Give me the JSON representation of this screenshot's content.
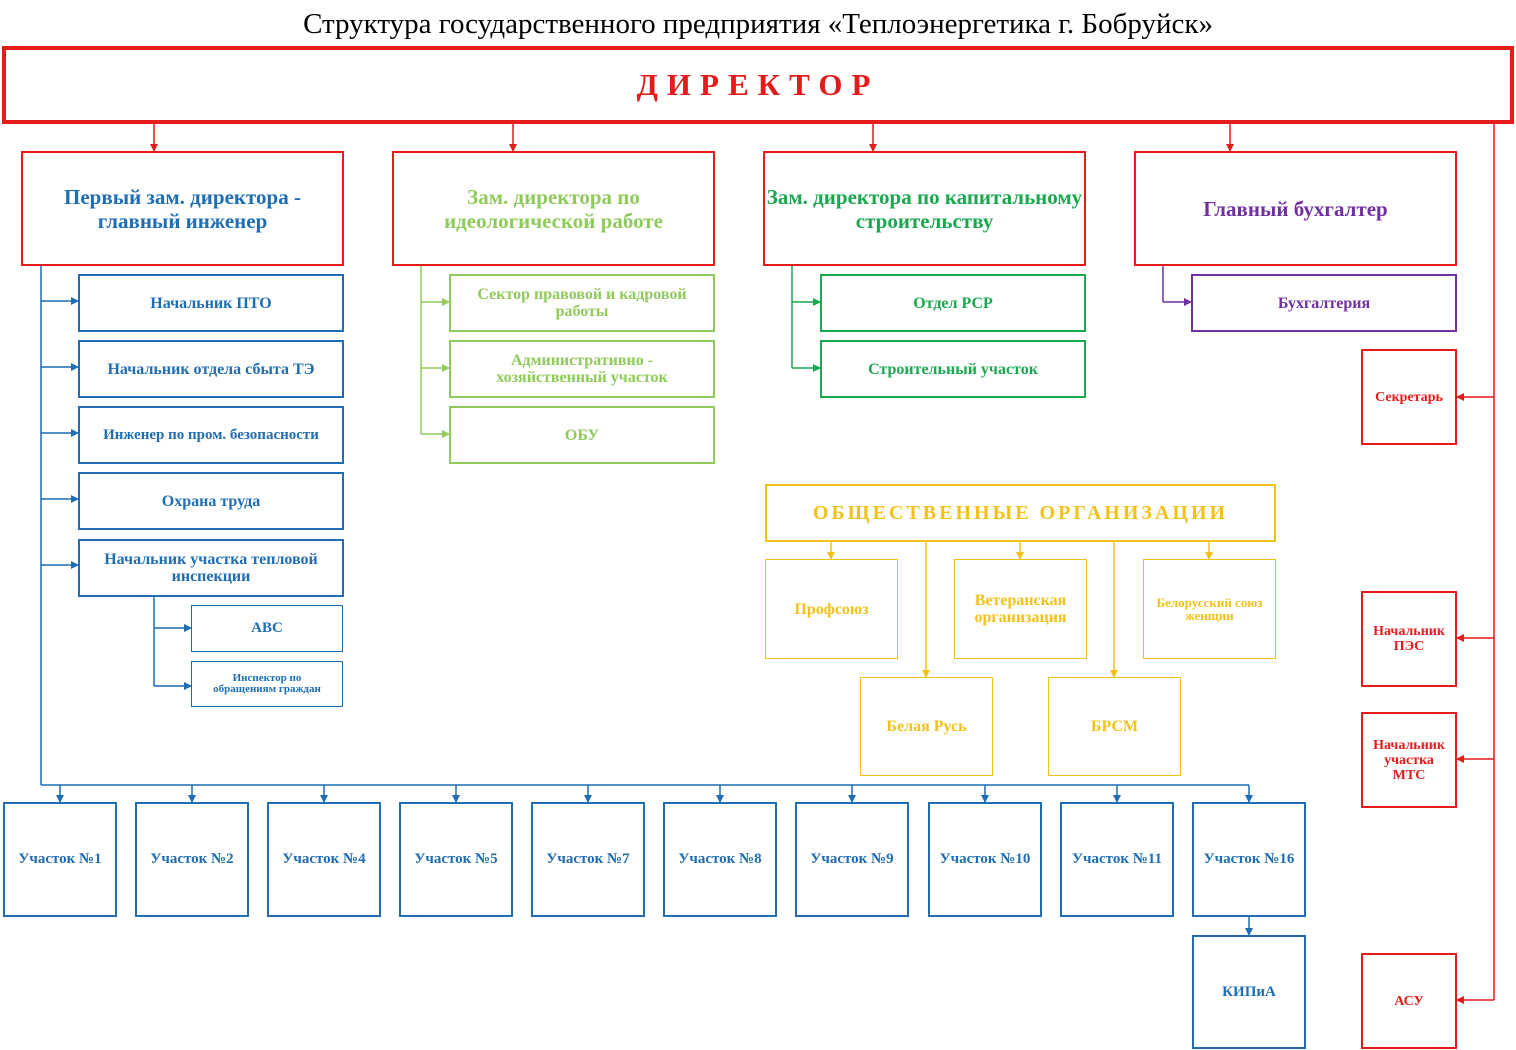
{
  "title": "Структура государственного предприятия «Теплоэнергетика г. Бобруйск»",
  "director": "ДИРЕКТОР",
  "deputies": {
    "first": "Первый зам. директора - главный инженер",
    "ideology": "Зам. директора по идеологической работе",
    "construction": "Зам. директора по капитальному строительству",
    "accountant": "Главный бухгалтер"
  },
  "engineering_units": {
    "pto": "Начальник ПТО",
    "sales": "Начальник отдела сбыта ТЭ",
    "safety": "Инженер по пром. безопасности",
    "labor": "Охрана труда",
    "inspection": "Начальник участка тепловой инспекции",
    "avs": "АВС",
    "inspector": "Инспектор по обращениям граждан"
  },
  "ideology_units": {
    "legal": "Сектор правовой и кадровой работы",
    "admin": "Административно - хозяйственный участок",
    "obu": "ОБУ"
  },
  "construction_units": {
    "rsr": "Отдел РСР",
    "site": "Строительный участок"
  },
  "accounting_units": {
    "accounting": "Бухгалтерия"
  },
  "direct_units": {
    "secretary": "Секретарь",
    "pes": "Начальник ПЭС",
    "mts": "Начальник участка МТС",
    "asu": "АСУ"
  },
  "public_orgs": {
    "title": "ОБЩЕСТВЕННЫЕ ОРГАНИЗАЦИИ",
    "union": "Профсоюз",
    "veterans": "Ветеранская организация",
    "women": "Белорусский союз женщин",
    "belaya_rus": "Белая Русь",
    "brsm": "БРСМ"
  },
  "sites": [
    "Участок №1",
    "Участок №2",
    "Участок №4",
    "Участок №5",
    "Участок №7",
    "Участок №8",
    "Участок №9",
    "Участок №10",
    "Участок №11",
    "Участок №16"
  ],
  "kipia": "КИПиА",
  "colors": {
    "red": "#e31b1b",
    "blue": "#1f6db3",
    "light_green": "#8fcb5a",
    "green": "#1aa84f",
    "purple": "#7030a0",
    "yellow": "#f2c21a"
  }
}
